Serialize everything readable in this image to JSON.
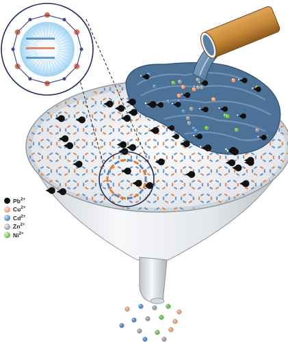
{
  "legend": {
    "items": [
      {
        "ion": "Pb",
        "charge": "2+",
        "color": "#1a1a1a",
        "icon": "pacman-half-black"
      },
      {
        "ion": "Cu",
        "charge": "2+",
        "color": "#f0a27a",
        "icon": "sphere-salmon"
      },
      {
        "ion": "Cd",
        "charge": "2+",
        "color": "#4f8fd0",
        "icon": "sphere-blue"
      },
      {
        "ion": "Zn",
        "charge": "2+",
        "color": "#9aa3ad",
        "icon": "sphere-grey"
      },
      {
        "ion": "Ni",
        "charge": "2+",
        "color": "#6ec25a",
        "icon": "sphere-green"
      }
    ]
  },
  "colors": {
    "water": "#4a6f96",
    "water_light": "#7f9fc0",
    "funnel": "#e9ecef",
    "funnel_edge": "#9aa0a8",
    "pipe": "#c98a3a",
    "framework_orange": "#e07a3a",
    "framework_blue": "#5d86b8",
    "circle_outline": "#2a3a6a"
  },
  "icons": [
    "pipe-icon",
    "water-stream-icon",
    "funnel-icon",
    "magnifier-circle-icon",
    "framework-ring-icon"
  ]
}
